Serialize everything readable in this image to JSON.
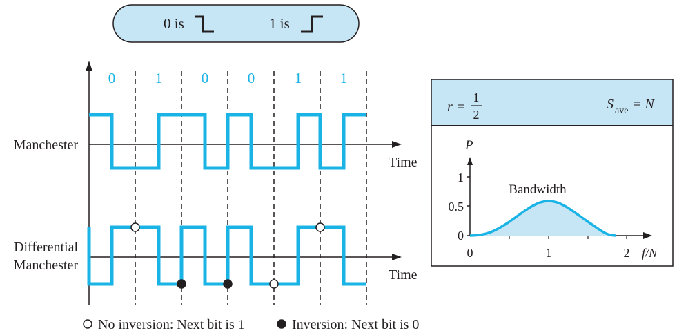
{
  "legend_box": {
    "zero_label": "0 is",
    "one_label": "1 is"
  },
  "bits": [
    "0",
    "1",
    "0",
    "0",
    "1",
    "1"
  ],
  "labels": {
    "manchester": "Manchester",
    "differential_line1": "Differential",
    "differential_line2": "Manchester",
    "time_top": "Time",
    "time_bottom": "Time"
  },
  "footnote": {
    "no_inversion": "No inversion: Next bit is 1",
    "inversion": "Inversion: Next bit is 0"
  },
  "spectrum_panel": {
    "r_label": "r =",
    "r_num": "1",
    "r_den": "2",
    "s_label": "S",
    "s_sub": "ave",
    "s_eq": "= N",
    "y_axis": "P",
    "y_ticks": [
      "1",
      "0.5",
      "0"
    ],
    "x_ticks": [
      "0",
      "1",
      "2"
    ],
    "x_axis": "f/N",
    "curve_label": "Bandwidth"
  },
  "colors": {
    "signal": "#1ab3e6",
    "box_fill": "#c7e6f5",
    "ink": "#231f20"
  }
}
